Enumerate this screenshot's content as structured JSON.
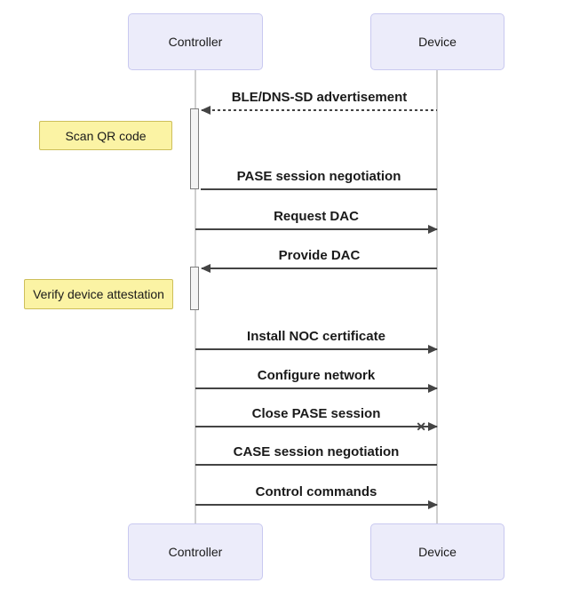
{
  "diagram": {
    "type": "sequence-diagram",
    "actors": {
      "controller": {
        "label": "Controller"
      },
      "device": {
        "label": "Device"
      }
    },
    "messages": [
      {
        "from": "device",
        "to": "controller",
        "label": "BLE/DNS-SD advertisement",
        "line": "dashed",
        "arrow": "left"
      },
      {
        "from": "controller",
        "to": "device",
        "label": "PASE session negotiation",
        "line": "solid",
        "arrow": "none"
      },
      {
        "from": "controller",
        "to": "device",
        "label": "Request DAC",
        "line": "solid",
        "arrow": "right"
      },
      {
        "from": "device",
        "to": "controller",
        "label": "Provide DAC",
        "line": "solid",
        "arrow": "left"
      },
      {
        "from": "controller",
        "to": "device",
        "label": "Install NOC certificate",
        "line": "solid",
        "arrow": "right"
      },
      {
        "from": "controller",
        "to": "device",
        "label": "Configure network",
        "line": "solid",
        "arrow": "right"
      },
      {
        "from": "controller",
        "to": "device",
        "label": "Close PASE session",
        "line": "solid",
        "arrow": "right-cross"
      },
      {
        "from": "controller",
        "to": "device",
        "label": "CASE session negotiation",
        "line": "solid",
        "arrow": "none"
      },
      {
        "from": "controller",
        "to": "device",
        "label": "Control commands",
        "line": "solid",
        "arrow": "right"
      }
    ],
    "notes": [
      {
        "label": "Scan QR code",
        "side": "left-of-controller"
      },
      {
        "label": "Verify device attestation",
        "side": "left-of-controller"
      }
    ],
    "icons": {
      "cross": "✕"
    },
    "colors": {
      "actor_fill": "#ECECFA",
      "actor_border": "#C9C9F0",
      "note_fill": "#FBF3A4",
      "note_border": "#CDBF5A",
      "line": "#444444",
      "lifeline": "#CFCFCF",
      "activation_fill": "#F4F4F4",
      "activation_border": "#7F7F7F",
      "text": "#1A1A1A"
    }
  }
}
